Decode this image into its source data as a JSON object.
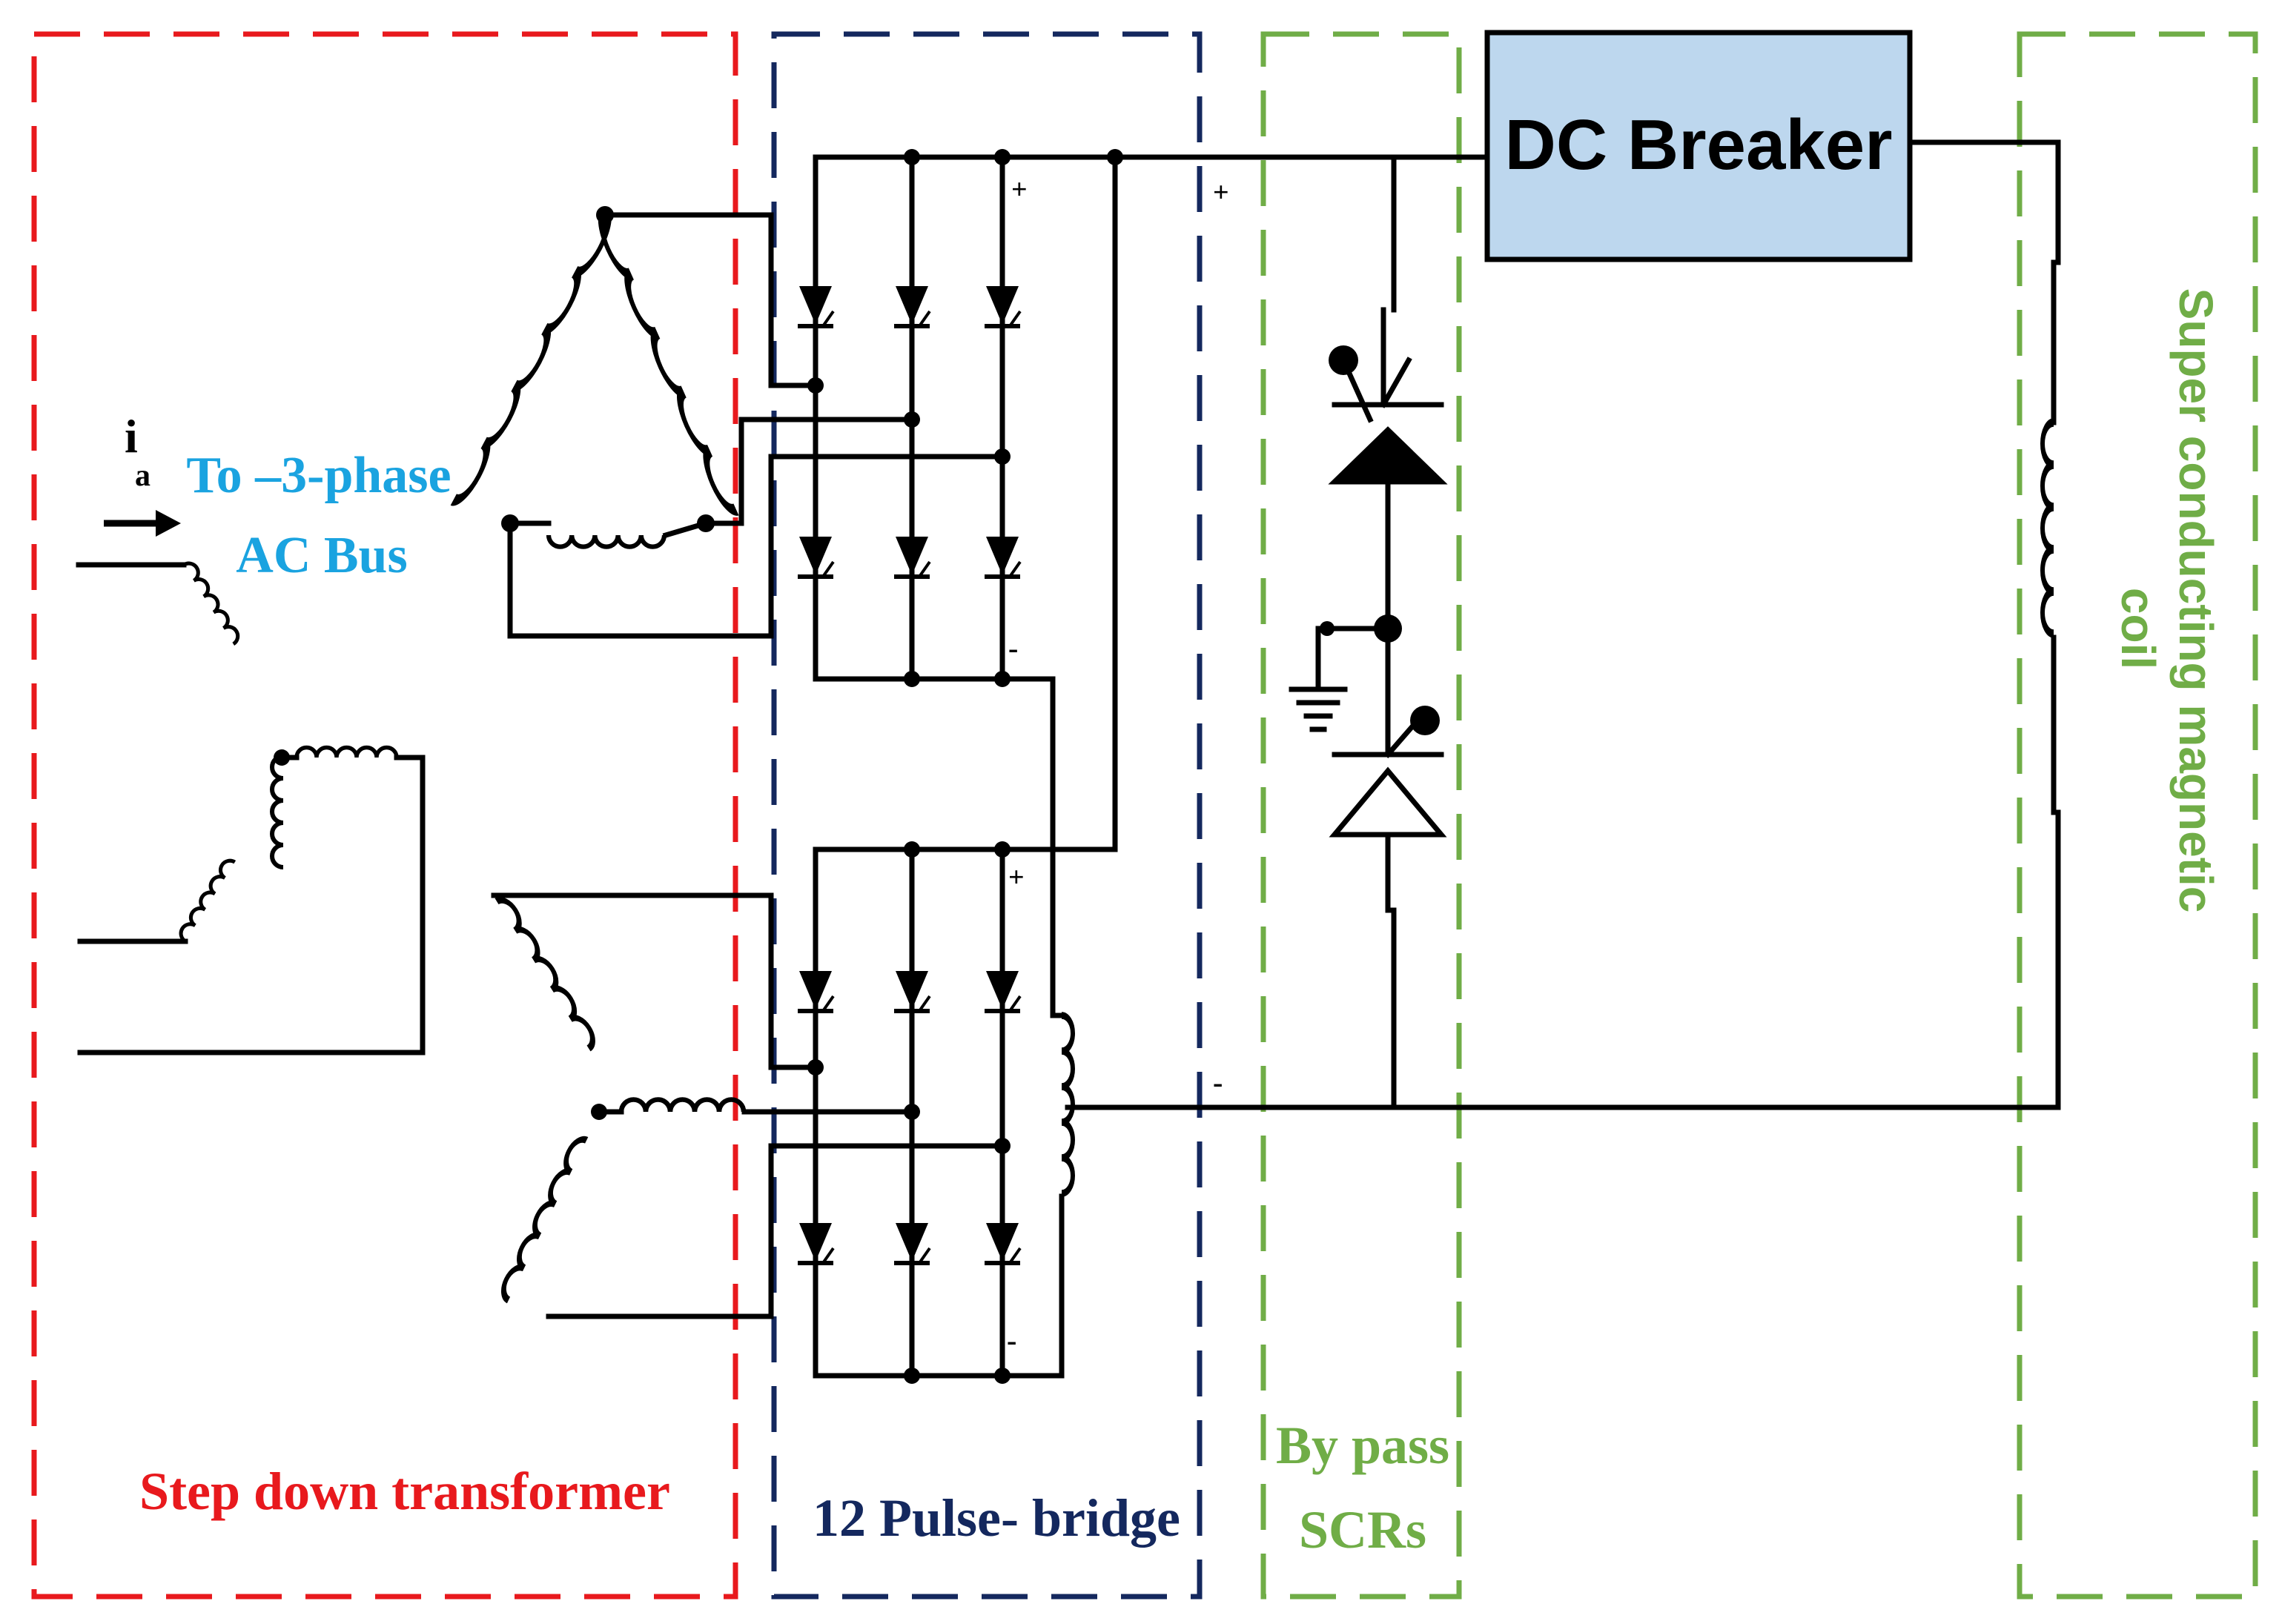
{
  "sections": {
    "transformer": {
      "label": "Step down transformer",
      "color": "#e8191d"
    },
    "bridge": {
      "label": "12 Pulse- bridge",
      "color": "#14285e"
    },
    "bypass": {
      "label_line1": "By pass",
      "label_line2": "SCRs",
      "color": "#70ad47"
    },
    "coil": {
      "label_line1": "Super conducting  magnetic",
      "label_line2": "coil",
      "color": "#70ad47"
    }
  },
  "ac_bus": {
    "current_symbol": "i",
    "current_subscript": "a",
    "label_line1": "To –3-phase",
    "label_line2": "AC Bus",
    "color": "#1aa3e0"
  },
  "dc_breaker": {
    "label": "DC Breaker",
    "fill": "#bdd7ee"
  },
  "polarity": {
    "plus": "+",
    "minus": "-"
  }
}
